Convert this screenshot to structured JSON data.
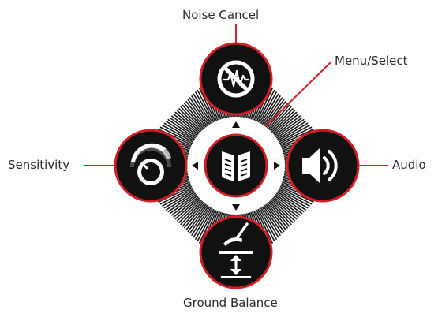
{
  "labels": {
    "top": "Noise Cancel",
    "menu": "Menu/Select",
    "left": "Sensitivity",
    "right": "Audio",
    "bottom": "Ground Balance"
  },
  "buttons": [
    {
      "id": "noise-cancel",
      "icon": "noise-cancel-icon"
    },
    {
      "id": "sensitivity",
      "icon": "sensitivity-knob-icon"
    },
    {
      "id": "audio",
      "icon": "speaker-volume-icon"
    },
    {
      "id": "ground-balance",
      "icon": "ground-balance-icon"
    },
    {
      "id": "menu-select",
      "icon": "menu-book-icon"
    }
  ],
  "colors": {
    "button_fill": "#111111",
    "ring": "#d21f26",
    "leader_line": "#d21f26",
    "ray": "#1a1a1a"
  }
}
